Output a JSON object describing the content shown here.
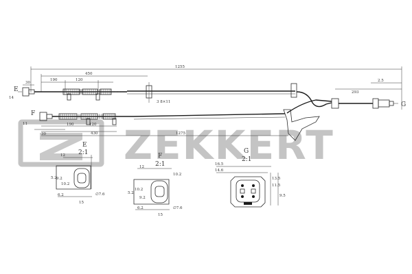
{
  "brand": {
    "name": "ZEKKERT",
    "color": "#c4c4c4"
  },
  "dimensions": {
    "overall": "1255",
    "lower_overall": "1275",
    "sleeve": "450",
    "seg1": "190",
    "seg2": "120",
    "lower_seg1": "190",
    "lower_seg2": "120",
    "connector_len": "293",
    "tip_offset": "2.5",
    "sensor_width": "30",
    "sensor_height": "14",
    "lower_sensor_height": "11",
    "lower_sensor_width": "30",
    "lower_sleeve": "430",
    "grommet_note": "3 8×11"
  },
  "markers": {
    "e": "E",
    "f": "F",
    "g": "G"
  },
  "details": [
    {
      "id": "E",
      "letter": "E",
      "scale": "2:1",
      "dims": {
        "top": "12",
        "side_a": "9.2",
        "side_b": "10.2",
        "side_c": "5.2",
        "bottom_a": "6.2",
        "bottom_b": "15",
        "hole": "∅7.6"
      }
    },
    {
      "id": "F",
      "letter": "F",
      "scale": "2:1",
      "dims": {
        "top": "12",
        "right": "10.2",
        "side_a": "10.2",
        "side_b": "9.2",
        "side_c": "5.2",
        "bottom_a": "6.2",
        "bottom_b": "15",
        "hole": "∅7.6"
      }
    },
    {
      "id": "G",
      "letter": "G",
      "scale": "2:1",
      "dims": {
        "w1": "16.5",
        "w2": "14.6",
        "h1": "13.5",
        "h2": "11.5",
        "h3": "9.5"
      }
    }
  ],
  "colors": {
    "line": "#2a2a2a",
    "watermark": "#c9c9c9"
  }
}
